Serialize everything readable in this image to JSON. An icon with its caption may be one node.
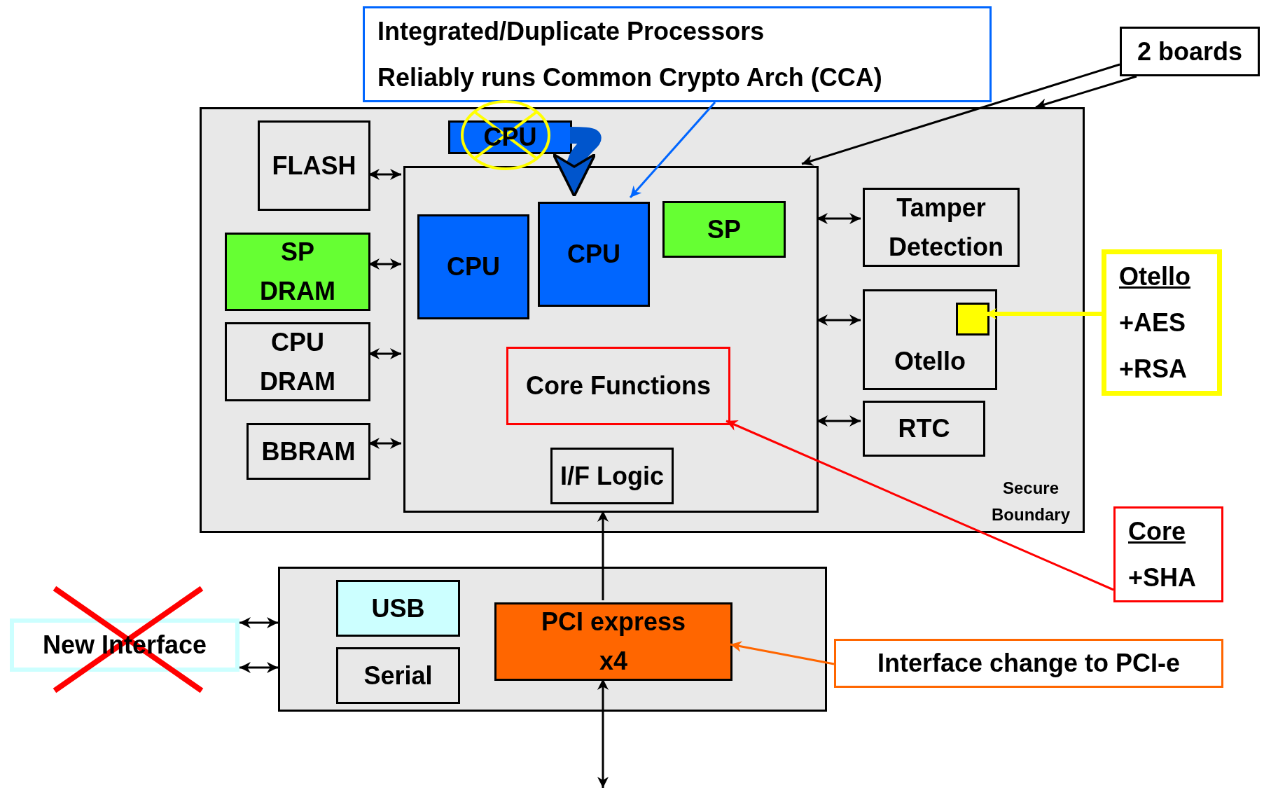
{
  "diagram": {
    "nodes": [
      {
        "text": [
          "Secure Boundary"
        ]
      },
      {
        "text": [
          "FLASH"
        ],
        "in": 0
      },
      {
        "text": [
          "SP DRAM"
        ],
        "in": 0
      },
      {
        "text": [
          "CPU DRAM"
        ],
        "in": 0
      },
      {
        "text": [
          "BBRAM"
        ],
        "in": 0
      },
      {
        "text": [
          "CPU"
        ],
        "in": 0
      },
      {
        "text": [],
        "shape": "box",
        "in": 0
      },
      {
        "text": [
          "CPU"
        ],
        "in": 6
      },
      {
        "text": [
          "CPU"
        ],
        "in": 6
      },
      {
        "text": [
          "SP"
        ],
        "in": 6
      },
      {
        "text": [
          "Core Functions"
        ],
        "in": 6
      },
      {
        "text": [
          "I/F Logic"
        ],
        "in": 6
      },
      {
        "text": [
          "Tamper Detection"
        ],
        "in": 0
      },
      {
        "text": [
          "Otello"
        ],
        "in": 0
      },
      {
        "text": [],
        "shape": "box",
        "in": 13
      },
      {
        "text": [
          "RTC"
        ],
        "in": 0
      },
      {
        "text": [],
        "shape": "box"
      },
      {
        "text": [
          "USB"
        ],
        "in": 16
      },
      {
        "text": [
          "Serial"
        ],
        "in": 16
      },
      {
        "text": [
          "PCI express x4"
        ],
        "in": 16
      },
      {
        "text": [
          "New Interface"
        ]
      },
      {
        "text": [
          "Integrated/Duplicate Processors",
          "Reliably runs Common Crypto Arch (CCA)"
        ]
      },
      {
        "text": [
          "2 boards"
        ]
      },
      {
        "text": [
          "Otello",
          "+AES",
          "+RSA"
        ]
      },
      {
        "text": [
          "Core",
          "+SHA"
        ]
      },
      {
        "text": [
          "Interface change to PCI-e"
        ]
      }
    ],
    "edges": [
      {
        "from": 1,
        "to": 6,
        "arrow": "both"
      },
      {
        "from": 2,
        "to": 6,
        "arrow": "both"
      },
      {
        "from": 3,
        "to": 6,
        "arrow": "both"
      },
      {
        "from": 4,
        "to": 6,
        "arrow": "both"
      },
      {
        "from": 6,
        "to": 12,
        "arrow": "both"
      },
      {
        "from": 6,
        "to": 13,
        "arrow": "both"
      },
      {
        "from": 6,
        "to": 15,
        "arrow": "both"
      },
      {
        "from": 19,
        "to": 6,
        "arrow": "to"
      },
      {
        "from": null,
        "to": 19,
        "arrow": "both"
      },
      {
        "from": 20,
        "to": 16,
        "arrow": "both"
      },
      {
        "from": 20,
        "to": 16,
        "arrow": "both"
      },
      {
        "from": 21,
        "to": 7,
        "arrow": "to",
        "color": "#0066ff"
      },
      {
        "from": 22,
        "to": 6,
        "arrow": "to"
      },
      {
        "from": 22,
        "to": 0,
        "arrow": "to"
      },
      {
        "from": 23,
        "to": 14,
        "arrow": "to",
        "color": "#ffff00",
        "style": "thick"
      },
      {
        "from": 24,
        "to": 10,
        "arrow": "to",
        "color": "#ff0000"
      },
      {
        "from": 25,
        "to": 19,
        "arrow": "to",
        "color": "#ff6600"
      },
      {
        "from": 5,
        "to": 7,
        "arrow": "to",
        "color": "#0055cc",
        "style": "thick"
      }
    ]
  }
}
